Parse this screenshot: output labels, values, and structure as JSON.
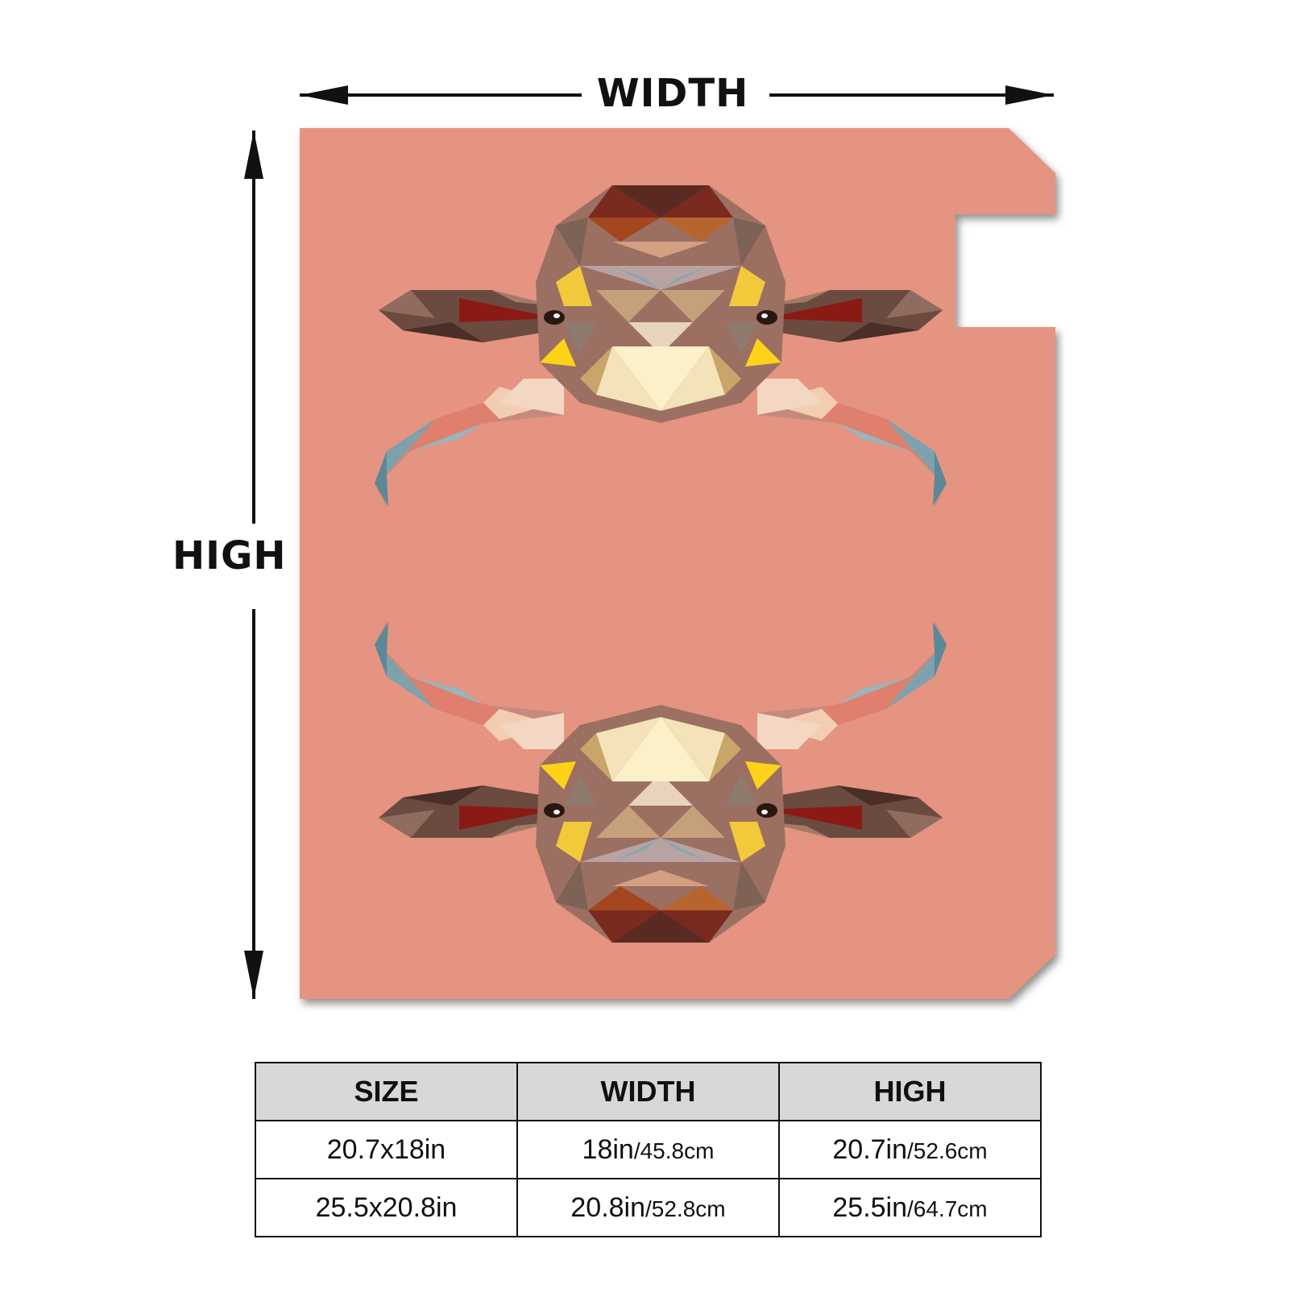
{
  "dimensions": {
    "width_label": "WIDTH",
    "high_label": "HIGH"
  },
  "product": {
    "background_color": "#e49480",
    "shadow_color": "#7a7a7a",
    "artwork": "low-poly bull heads mirrored top and bottom"
  },
  "size_table": {
    "headers": [
      "SIZE",
      "WIDTH",
      "HIGH"
    ],
    "rows": [
      {
        "size": "20.7x18in",
        "width_in": "18in",
        "width_cm": "/45.8cm",
        "high_in": "20.7in",
        "high_cm": "/52.6cm"
      },
      {
        "size": "25.5x20.8in",
        "width_in": "20.8in",
        "width_cm": "/52.8cm",
        "high_in": "25.5in",
        "high_cm": "/64.7cm"
      }
    ]
  },
  "colors": {
    "header_bg": "#d8d8d8",
    "horn_blue": "#6e98a8",
    "ear_dark": "#5a3a30",
    "ear_red": "#8b1a14",
    "face_brown": "#9b6f62",
    "face_yellow": "#f2c93a",
    "snout_cream": "#f7e6c4"
  }
}
